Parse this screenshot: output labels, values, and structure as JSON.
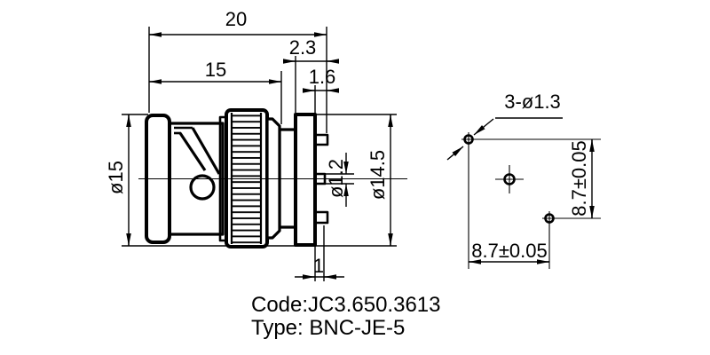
{
  "side_view": {
    "dims": {
      "total_length": "20",
      "body_length": "15",
      "flange_thickness": "2.3",
      "boss_length": "1.6",
      "body_diameter": "ø15",
      "pin_diameter": "ø1.2",
      "flange_diameter": "ø14.5",
      "pin_offset": "1"
    }
  },
  "hole_view": {
    "holes_note": "3-ø1.3",
    "vertical_spacing": "8.7±0.05",
    "horizontal_spacing": "8.7±0.05"
  },
  "footer": {
    "code": "Code:JC3.650.3613",
    "type": "Type: BNC-JE-5"
  },
  "colors": {
    "ink": "#000000",
    "background": "#ffffff"
  }
}
